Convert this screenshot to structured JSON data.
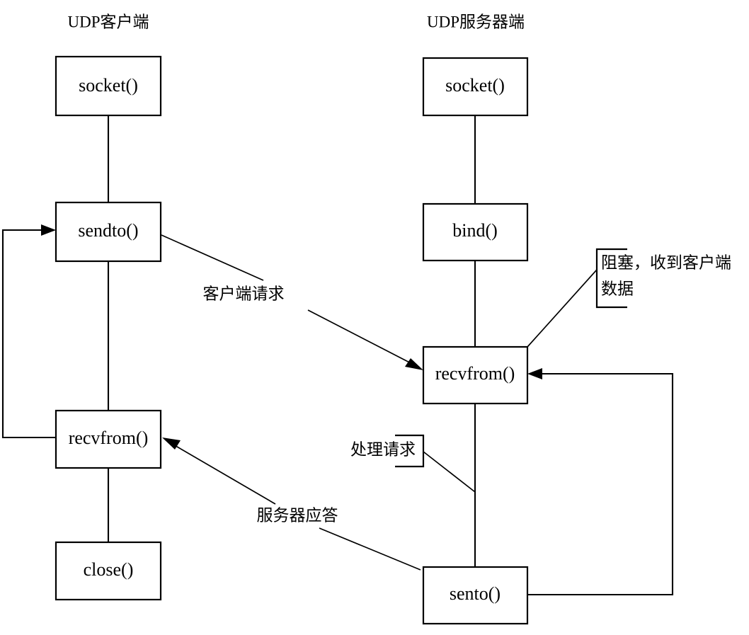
{
  "diagram": {
    "title_left": "UDP客户端",
    "title_right": "UDP服务器端",
    "columns": [
      {
        "id": "client",
        "title": "UDP客户端",
        "nodes": [
          {
            "id": "client-socket",
            "label": "socket()"
          },
          {
            "id": "client-sendto",
            "label": "sendto()"
          },
          {
            "id": "client-recvfrom",
            "label": "recvfrom()"
          },
          {
            "id": "client-close",
            "label": "close()"
          }
        ]
      },
      {
        "id": "server",
        "title": "UDP服务器端",
        "nodes": [
          {
            "id": "server-socket",
            "label": "socket()"
          },
          {
            "id": "server-bind",
            "label": "bind()"
          },
          {
            "id": "server-recvfrom",
            "label": "recvfrom()"
          },
          {
            "id": "server-sento",
            "label": "sento()"
          }
        ]
      }
    ],
    "messages": [
      {
        "id": "request",
        "label": "客户端请求",
        "from": "client-sendto",
        "to": "server-recvfrom"
      },
      {
        "id": "response",
        "label": "服务器应答",
        "from": "server-sento",
        "to": "client-recvfrom"
      }
    ],
    "notes": [
      {
        "id": "blocking-note",
        "lines": [
          "阻塞，收到客户端",
          "数据"
        ],
        "attached_to": "server-recvfrom"
      },
      {
        "id": "process-note",
        "lines": [
          "处理请求"
        ],
        "attached_to": "server-sento"
      }
    ],
    "loops": [
      {
        "id": "client-loop",
        "from": "client-recvfrom",
        "to": "client-sendto"
      },
      {
        "id": "server-loop",
        "from": "server-sento",
        "to": "server-recvfrom"
      }
    ],
    "colors": {
      "stroke": "#000000",
      "fill": "#ffffff",
      "background": "#ffffff"
    }
  }
}
